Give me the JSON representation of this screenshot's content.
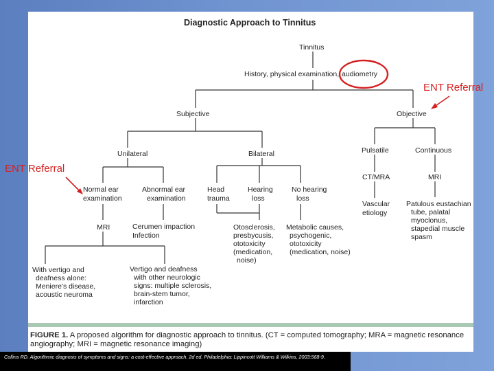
{
  "diagram": {
    "title": "Diagnostic Approach to Tinnitus",
    "nodes": {
      "tinnitus": "Tinnitus",
      "history_prefix": "History, physical examination,",
      "audiometry": "audiometry",
      "subjective": "Subjective",
      "objective": "Objective",
      "unilateral": "Unilateral",
      "bilateral": "Bilateral",
      "pulsatile": "Pulsatile",
      "continuous": "Continuous",
      "normal_ear": [
        "Normal ear",
        "examination"
      ],
      "abnormal_ear": [
        "Abnormal ear",
        "examination"
      ],
      "head_trauma": [
        "Head",
        "trauma"
      ],
      "hearing_loss": [
        "Hearing",
        "loss"
      ],
      "no_hearing_loss": [
        "No hearing",
        "loss"
      ],
      "ct_mra": "CT/MRA",
      "mri_right": "MRI",
      "mri_left": "MRI",
      "cerumen": [
        "Cerumen impaction",
        "Infection"
      ],
      "otosclerosis": [
        "Otosclerosis,",
        "presbycusis,",
        "ototoxicity",
        "(medication,",
        "noise)"
      ],
      "metabolic": [
        "Metabolic causes,",
        "psychogenic,",
        "ototoxicity",
        "(medication, noise)"
      ],
      "vascular": [
        "Vascular",
        "etiology"
      ],
      "patulous": [
        "Patulous eustachian",
        "tube, palatal",
        "myoclonus,",
        "stapedial muscle",
        "spasm"
      ],
      "vertigo_alone": [
        "With vertigo and",
        "deafness alone:",
        "Meniere's disease,",
        "acoustic neuroma"
      ],
      "vertigo_neuro": [
        "Vertigo and deafness",
        "with other neurologic",
        "signs: multiple sclerosis,",
        "brain-stem tumor,",
        "infarction"
      ]
    }
  },
  "annotations": {
    "ent_referral_right": "ENT Referral",
    "ent_referral_left": "ENT Referral",
    "highlight_color": "#d42020"
  },
  "caption": {
    "figure_label": "FIGURE 1.",
    "text": "A proposed algorithm for diagnostic approach to tinnitus. (CT = computed tomography; MRA = magnetic resonance angiography; MRI = magnetic resonance imaging)"
  },
  "citation": "Collins RD. Algorithmic diagnosis of symptoms and signs: a cost-effective approach. 2d ed. Philadelphia: Lippincott Williams & Wilkins, 2003:568-9."
}
